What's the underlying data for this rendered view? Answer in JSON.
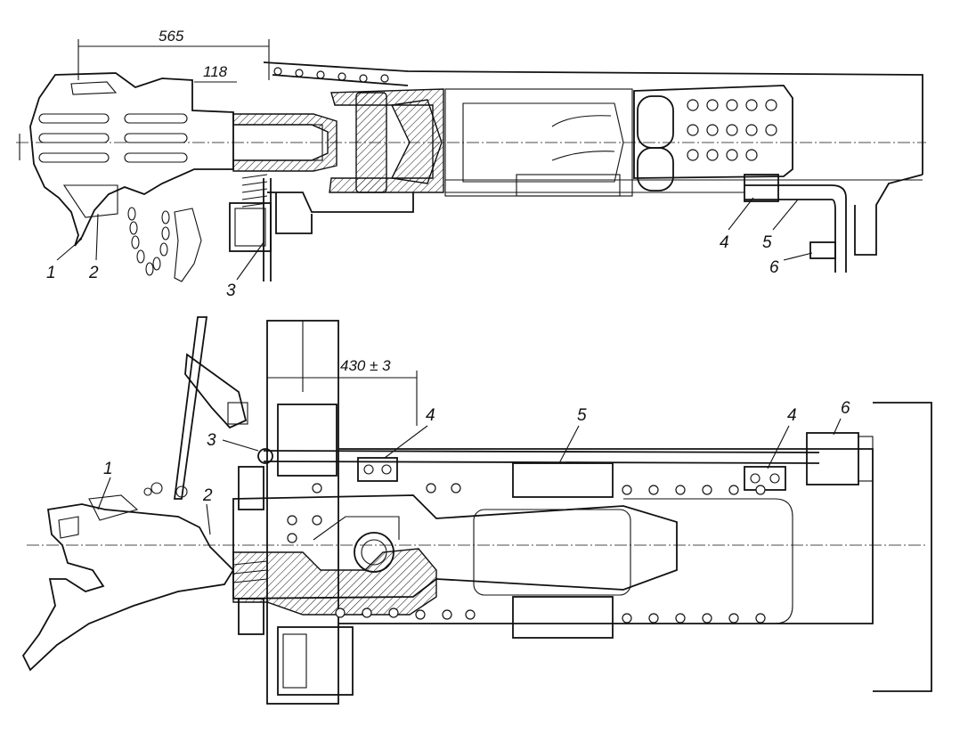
{
  "figure": {
    "top_view": {
      "dimensions": {
        "overall": "565",
        "offset": "118"
      },
      "callouts": [
        "1",
        "2",
        "3",
        "4",
        "5",
        "6"
      ]
    },
    "bottom_view": {
      "dimensions": {
        "span": "430 ± 3"
      },
      "callouts": [
        "1",
        "2",
        "3",
        "4",
        "4",
        "5",
        "6"
      ]
    }
  }
}
